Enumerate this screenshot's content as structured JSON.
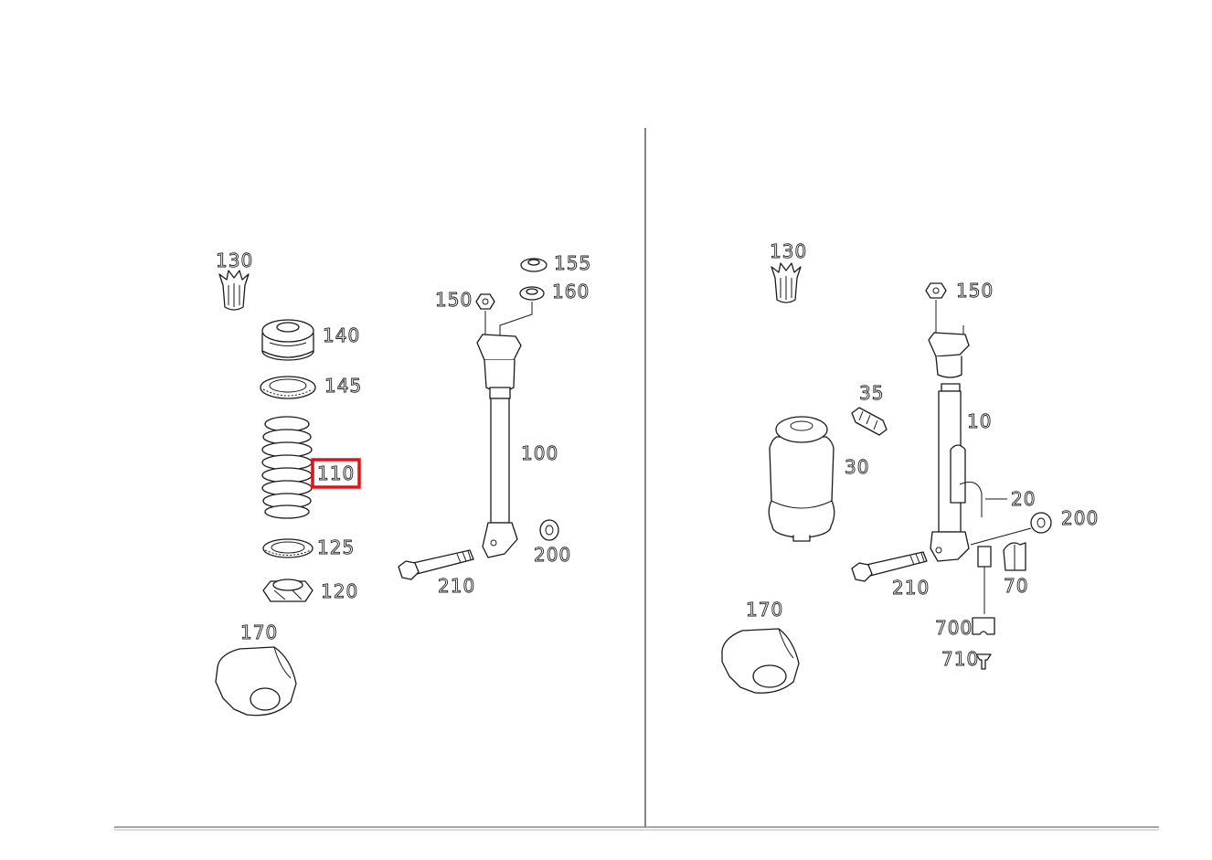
{
  "diagram": {
    "highlight_color": "#e0141b",
    "highlighted_part": "110",
    "left_panel": {
      "labels": {
        "p130": "130",
        "p140": "140",
        "p145": "145",
        "p110": "110",
        "p125": "125",
        "p120": "120",
        "p170": "170",
        "p155": "155",
        "p160": "160",
        "p150": "150",
        "p100": "100",
        "p200": "200",
        "p210": "210"
      }
    },
    "right_panel": {
      "labels": {
        "p130": "130",
        "p150": "150",
        "p35": "35",
        "p10": "10",
        "p30": "30",
        "p20": "20",
        "p200": "200",
        "p210": "210",
        "p70": "70",
        "p170": "170",
        "p700": "700",
        "p710": "710"
      }
    }
  }
}
